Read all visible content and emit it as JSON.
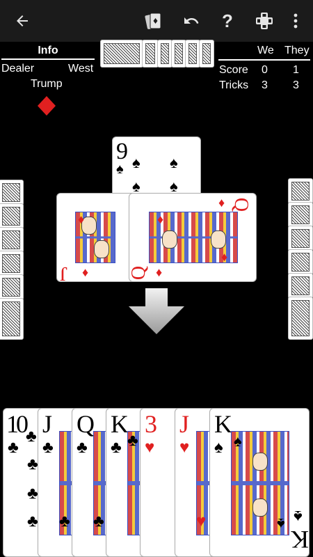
{
  "toolbar": {
    "back_icon": "arrow-left-icon",
    "cards_icon": "cards-icon",
    "undo_icon": "undo-icon",
    "help_label": "?",
    "game_icon": "game-icon",
    "more_icon": "more-vert-icon"
  },
  "info": {
    "title": "Info",
    "dealer_label": "Dealer",
    "dealer_value": "West",
    "trump_label": "Trump",
    "trump_suit": "♦",
    "trump_color": "#e02020"
  },
  "score": {
    "we_label": "We",
    "they_label": "They",
    "score_label": "Score",
    "tricks_label": "Tricks",
    "score_we": "0",
    "score_they": "1",
    "tricks_we": "3",
    "tricks_they": "3"
  },
  "trick": {
    "north": {
      "rank": "9",
      "suit": "♠"
    },
    "west": {
      "rank": "J",
      "suit": "♦"
    },
    "east": {
      "rank": "Q",
      "suit": "♦"
    }
  },
  "hand": [
    {
      "rank": "10",
      "suit": "♣",
      "color": "black"
    },
    {
      "rank": "J",
      "suit": "♣",
      "color": "black"
    },
    {
      "rank": "Q",
      "suit": "♣",
      "color": "black"
    },
    {
      "rank": "K",
      "suit": "♣",
      "color": "black"
    },
    {
      "rank": "3",
      "suit": "♥",
      "color": "red"
    },
    {
      "rank": "J",
      "suit": "♥",
      "color": "red"
    },
    {
      "rank": "K",
      "suit": "♠",
      "color": "black"
    }
  ],
  "arrow_icon": "down-arrow-icon"
}
